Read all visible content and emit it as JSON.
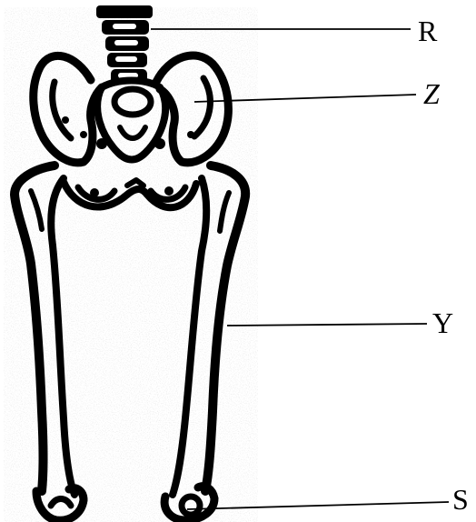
{
  "figure": {
    "labels": {
      "R": "R",
      "Z": "Z",
      "Y": "Y",
      "S": "S"
    }
  },
  "colors": {
    "ink": "#000000",
    "paper": "#ffffff",
    "speckle": "#bdbdbd"
  }
}
